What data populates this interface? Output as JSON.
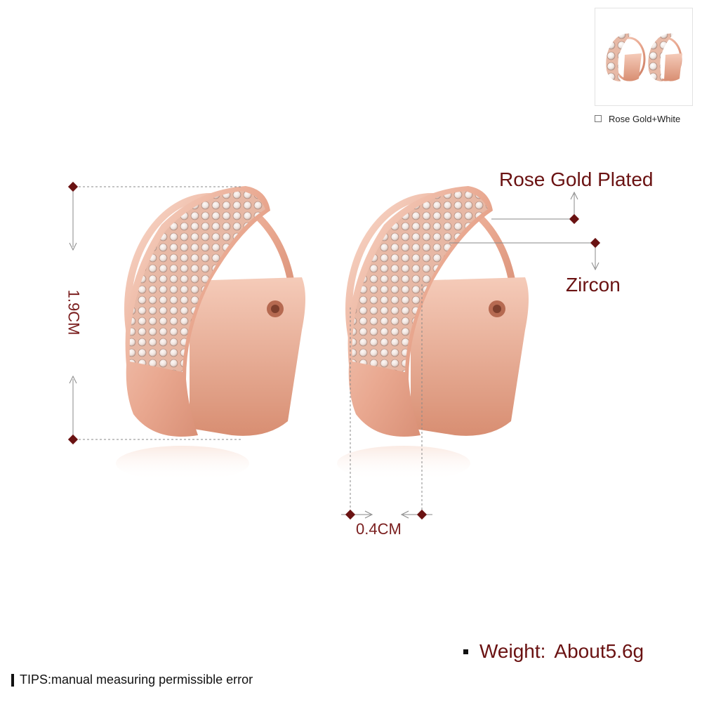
{
  "variant": {
    "label": "Rose Gold+White",
    "selected": false
  },
  "dimensions": {
    "height_label": "1.9CM",
    "width_label": "0.4CM"
  },
  "callouts": {
    "plating": "Rose Gold Plated",
    "stone": "Zircon"
  },
  "weight": {
    "label": "Weight:",
    "value": "About5.6g"
  },
  "tips": "TIPS:manual measuring permissible error",
  "colors": {
    "rose_gold_light": "#f6cfbf",
    "rose_gold_mid": "#e8a58c",
    "rose_gold_dark": "#c8775c",
    "annotation_red": "#6a1212"
  }
}
